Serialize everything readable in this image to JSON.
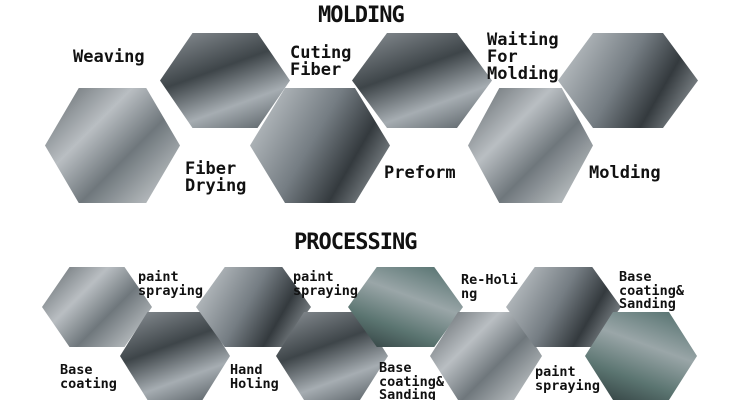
{
  "molding": {
    "title": "MOLDING",
    "labels": [
      "Weaving",
      "Cuting\nFiber",
      "Waiting\nFor\nMolding",
      "Fiber\nDrying",
      "Preform",
      "Molding"
    ]
  },
  "processing": {
    "title": "PROCESSING",
    "labels": [
      "paint\nspraying",
      "paint\nspraying",
      "Re-Holi\nng",
      "Base\ncoating&\nSanding",
      "Base\ncoating",
      "Hand\nHoling",
      "Base\ncoating&\nSanding",
      "paint\nspraying"
    ]
  }
}
